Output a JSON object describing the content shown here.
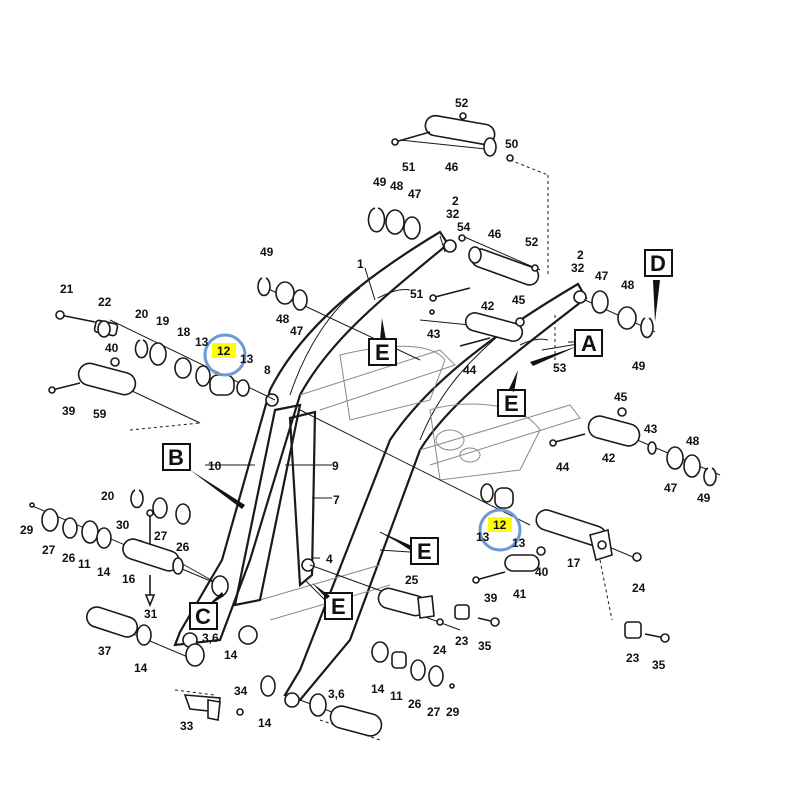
{
  "diagram": {
    "labels": {
      "l52a": "52",
      "l51a": "51",
      "l46a": "46",
      "l50": "50",
      "l49a": "49",
      "l48a": "48",
      "l47a": "47",
      "l2a": "2",
      "l32a": "32",
      "l54": "54",
      "l46b": "46",
      "l52b": "52",
      "l2b": "2",
      "l32b": "32",
      "l47b": "47",
      "l48b": "48",
      "l49b": "49",
      "l1": "1",
      "l49c": "49",
      "l48c": "48",
      "l47c": "47",
      "l51b": "51",
      "l42a": "42",
      "l45a": "45",
      "l43a": "43",
      "l44a": "44",
      "l53": "53",
      "l21": "21",
      "l22": "22",
      "l20a": "20",
      "l19": "19",
      "l18": "18",
      "l13a": "13",
      "l13b": "13",
      "l40a": "40",
      "l39a": "39",
      "l59": "59",
      "l8": "8",
      "l45b": "45",
      "l43b": "43",
      "l44b": "44",
      "l42b": "42",
      "l48d": "48",
      "l47d": "47",
      "l49d": "49",
      "l10": "10",
      "l9": "9",
      "l7": "7",
      "l4": "4",
      "l20b": "20",
      "l29a": "29",
      "l30": "30",
      "l27a": "27",
      "l26a": "26",
      "l11a": "11",
      "l14a": "14",
      "l16": "16",
      "l31": "31",
      "l27b": "27",
      "l26b": "26",
      "l13c": "13",
      "l13d": "13",
      "l40b": "40",
      "l39b": "39",
      "l41": "41",
      "l17": "17",
      "l24a": "24",
      "l25": "25",
      "l24b": "24",
      "l23a": "23",
      "l35a": "35",
      "l23b": "23",
      "l35b": "35",
      "l37": "37",
      "l14b": "14",
      "l36a": "3,6",
      "l14c": "14",
      "l34": "34",
      "l33": "33",
      "l14d": "14",
      "l36b": "3,6",
      "l14e": "14",
      "l11b": "11",
      "l26c": "26",
      "l27c": "27",
      "l29b": "29"
    },
    "callouts": {
      "A": "A",
      "B": "B",
      "C": "C",
      "D": "D",
      "E1": "E",
      "E2": "E",
      "E3": "E",
      "E4": "E"
    },
    "highlights": {
      "h1": "12",
      "h2": "12"
    },
    "colors": {
      "highlight": "#ffff00",
      "ring": "#6b9bd1",
      "ink": "#1a1a1a"
    }
  }
}
